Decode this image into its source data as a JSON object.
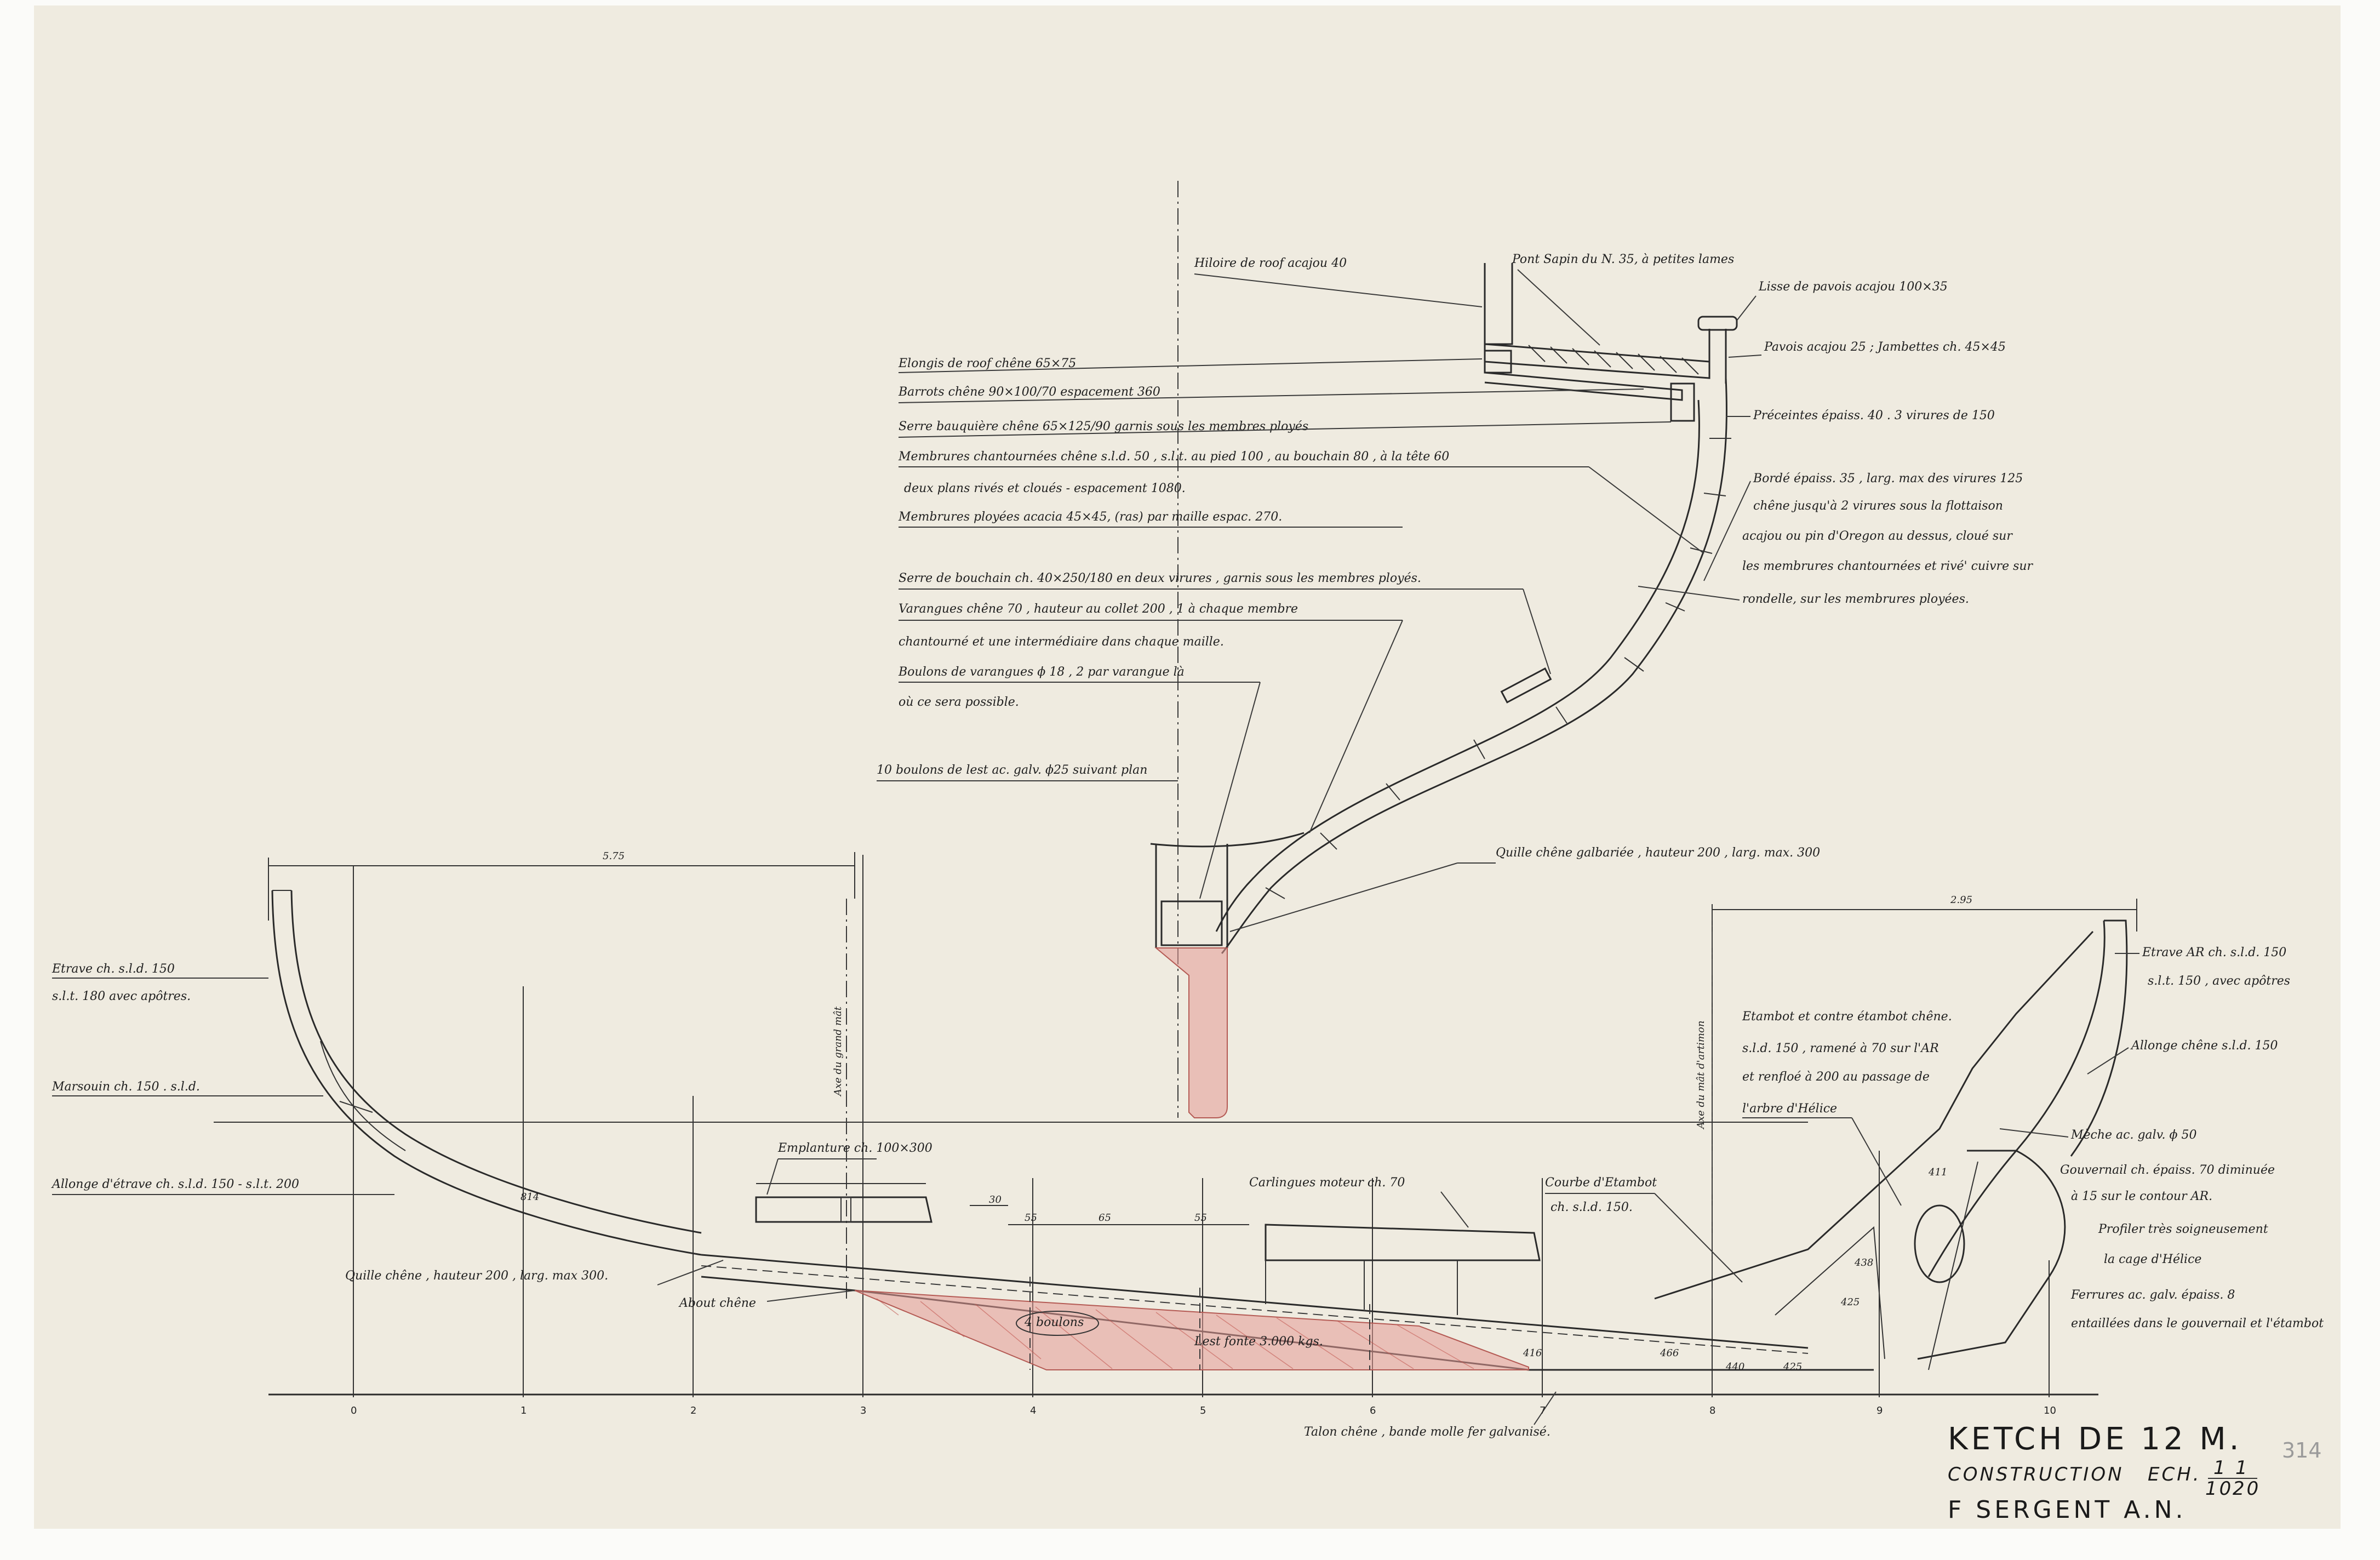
{
  "title_block": {
    "line1": "KETCH DE 12 M.",
    "line2": "CONSTRUCTION",
    "scale_label": "ECH.",
    "scale_top": "1",
    "scale_top2": "1",
    "scale_bottom": "10",
    "scale_bottom2": "20",
    "line3": "F SERGENT  A.N."
  },
  "sheet_number": "314",
  "section_annotations": {
    "hiloire": "Hiloire de roof acajou 40",
    "pont": "Pont Sapin du N. 35, à petites lames",
    "lisse": "Lisse de pavois acajou 100×35",
    "pavois": "Pavois acajou 25 ; Jambettes ch. 45×45",
    "elongis": "Elongis de roof chêne 65×75",
    "barrots": "Barrots chêne 90×100/70 espacement 360",
    "serre_bauquiere": "Serre bauquière chêne 65×125/90   garnis sous les membres ployés",
    "membrures_1": "Membrures chantournées chêne s.l.d. 50 , s.l.t. au pied 100 , au bouchain 80 , à la tête 60",
    "membrures_2": "deux plans rivés et cloués - espacement 1080.",
    "membrures_ployees": "Membrures ployées acacia  45×45, (ras) par maille espac. 270.",
    "preceintes": "Préceintes épaiss. 40 . 3 virures de 150",
    "borde_1": "Bordé épaiss. 35 , larg. max des virures 125",
    "borde_2": "chêne jusqu'à 2 virures sous la flottaison",
    "borde_3": "acajou ou pin d'Oregon au dessus, cloué sur",
    "borde_4": "les membrures chantournées et rivé' cuivre sur",
    "borde_5": "rondelle, sur les membrures ployées.",
    "serre_bouchain": "Serre de bouchain ch. 40×250/180 en deux virures , garnis sous les membres ployés.",
    "varangues_1": "Varangues chêne 70 , hauteur au collet 200 , 1 à chaque membre",
    "varangues_2": "chantourné et une intermédiaire dans chaque maille.",
    "boulons_var_1": "Boulons de varangues ϕ 18 , 2 par varangue là",
    "boulons_var_2": "où ce sera possible.",
    "boulons_lest": "10 boulons de lest ac. galv. ϕ25 suivant plan",
    "quille_galb": "Quille chêne galbariée , hauteur 200 , larg. max. 300"
  },
  "profile_annotations": {
    "etrave_1": "Etrave ch. s.l.d. 150",
    "etrave_2": "s.l.t. 180 avec apôtres.",
    "marsouin": "Marsouin ch. 150 . s.l.d.",
    "allonge_etrave": "Allonge d'étrave ch. s.l.d. 150 - s.l.t. 200",
    "quille_profile": "Quille chêne , hauteur 200 , larg. max 300.",
    "about": "About chêne",
    "emplanture": "Emplanture ch. 100×300",
    "carlingues": "Carlingues moteur ch. 70",
    "courbe_etambot_1": "Courbe d'Etambot",
    "courbe_etambot_2": "ch. s.l.d. 150.",
    "etambot_1": "Etambot et contre étambot chêne.",
    "etambot_2": "s.l.d. 150 , ramené à 70 sur l'AR",
    "etambot_3": "et renfloé à 200 au passage de",
    "etambot_4": "l'arbre d'Hélice",
    "etrave_ar_1": "Etrave AR ch. s.l.d. 150",
    "etrave_ar_2": "s.l.t. 150 , avec apôtres",
    "allonge_ar": "Allonge chêne s.l.d. 150",
    "meche": "Mèche ac. galv. ϕ 50",
    "gouvernail_1": "Gouvernail ch. épaiss. 70 diminuée",
    "gouvernail_2": "à 15 sur le contour AR.",
    "profiler_1": "Profiler très soigneusement",
    "profiler_2": "la cage d'Hélice",
    "ferrures_1": "Ferrures ac. galv. épaiss. 8",
    "ferrures_2": "entaillées dans le gouvernail et l'étambot",
    "talon": "Talon chêne , bande molle fer galvanisé.",
    "lest": "Lest fonte 3.000 kgs.",
    "boulons_ballast": "4 boulons",
    "axe_grand_mat": "Axe du grand mât",
    "axe_mat_artimon": "Axe du mât d'artimon"
  },
  "dimensions": {
    "fwd_span": "5.75",
    "aft_span": "2.95",
    "d30": "30",
    "d55": "55",
    "d65": "65",
    "d55b": "55"
  },
  "station_labels": [
    "0",
    "1",
    "2",
    "3",
    "4",
    "5",
    "6",
    "7",
    "8",
    "9",
    "10"
  ],
  "small_labels": [
    "814",
    "416",
    "466",
    "440",
    "425",
    "425",
    "438",
    "411"
  ]
}
